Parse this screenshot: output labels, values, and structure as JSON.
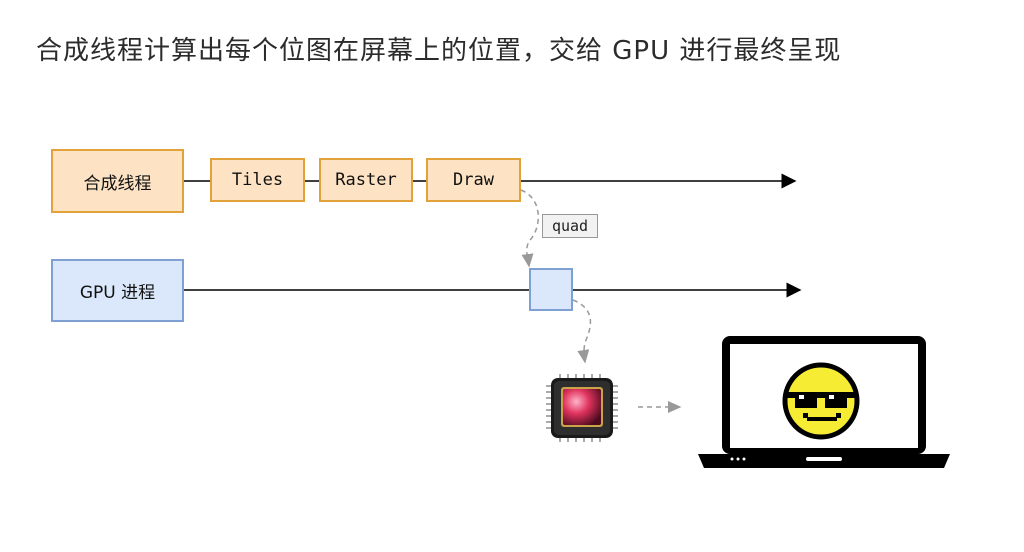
{
  "title": "合成线程计算出每个位图在屏幕上的位置，交给 GPU 进行最终呈现",
  "compositor_thread": {
    "label": "合成线程",
    "stages": [
      "Tiles",
      "Raster",
      "Draw"
    ]
  },
  "gpu_process": {
    "label": "GPU 进程"
  },
  "edge_label": "quad",
  "icons": [
    "gpu-chip-icon",
    "laptop-icon",
    "cool-smiley-icon"
  ],
  "colors": {
    "orange_fill": "#fde3c4",
    "orange_border": "#e2a23a",
    "blue_fill": "#dbe8fb",
    "blue_border": "#7fa0d3",
    "dashed_arrow": "#999999"
  }
}
